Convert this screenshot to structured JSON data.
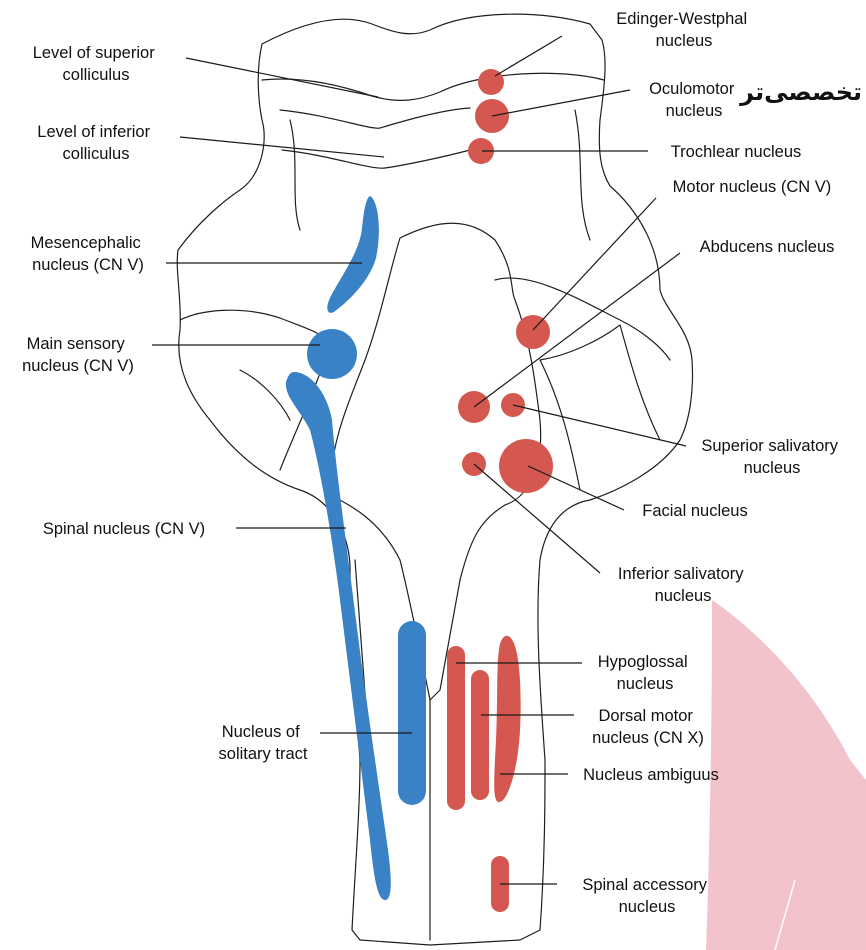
{
  "colors": {
    "sensory": "#3a82c6",
    "motor": "#d4584f",
    "outline": "#1f1f1f",
    "background_accent": "#f3c3cc"
  },
  "watermark": "تخصصی‌تر",
  "labels": {
    "level_superior": [
      "Level of superior",
      "colliculus"
    ],
    "level_inferior": [
      "Level of inferior",
      "colliculus"
    ],
    "mesencephalic": [
      "Mesencephalic",
      "nucleus (CN V)"
    ],
    "main_sensory": [
      "Main sensory",
      "nucleus (CN V)"
    ],
    "spinal_nucleus": [
      "Spinal nucleus (CN V)"
    ],
    "solitary": [
      "Nucleus of",
      "solitary tract"
    ],
    "edinger": [
      "Edinger-Westphal",
      "nucleus"
    ],
    "oculomotor": [
      "Oculomotor",
      "nucleus"
    ],
    "trochlear": [
      "Trochlear nucleus"
    ],
    "motor_v": [
      "Motor nucleus (CN V)"
    ],
    "abducens": [
      "Abducens nucleus"
    ],
    "sup_salivatory": [
      "Superior salivatory",
      "nucleus"
    ],
    "facial": [
      "Facial nucleus"
    ],
    "inf_salivatory": [
      "Inferior salivatory",
      "nucleus"
    ],
    "hypoglossal": [
      "Hypoglossal",
      "nucleus"
    ],
    "dorsal_motor": [
      "Dorsal motor",
      "nucleus (CN X)"
    ],
    "ambiguus": [
      "Nucleus ambiguus"
    ],
    "spinal_accessory": [
      "Spinal accessory",
      "nucleus"
    ]
  }
}
